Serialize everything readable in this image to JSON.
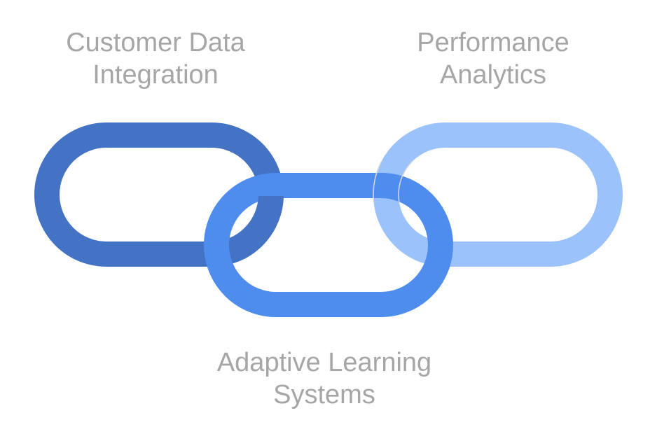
{
  "links": [
    {
      "name": "customer-data-integration",
      "title_lines": [
        "Customer Data",
        "Integration"
      ],
      "color": "#4472c4"
    },
    {
      "name": "adaptive-learning-systems",
      "title_lines": [
        "Adaptive Learning",
        "Systems"
      ],
      "color": "#4e8ded"
    },
    {
      "name": "performance-analytics",
      "title_lines": [
        "Performance",
        "Analytics"
      ],
      "color": "#9cc2fb"
    }
  ],
  "label_color": "#a6a6a6"
}
